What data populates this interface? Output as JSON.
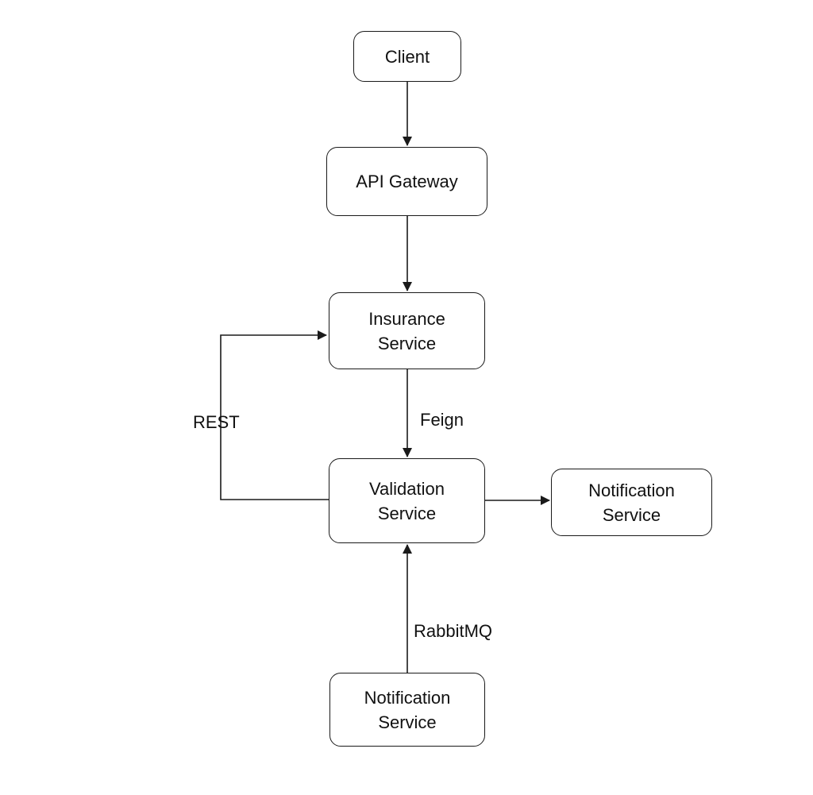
{
  "nodes": {
    "client": "Client",
    "api_gateway": "API Gateway",
    "insurance_service": "Insurance\nService",
    "validation_service": "Validation\nService",
    "notification_service_right": "Notification\nService",
    "notification_service_bottom": "Notification\nService"
  },
  "edges": {
    "feign": "Feign",
    "rest": "REST",
    "rabbitmq": "RabbitMQ"
  },
  "colors": {
    "stroke": "#1a1a1a",
    "background": "#ffffff"
  }
}
